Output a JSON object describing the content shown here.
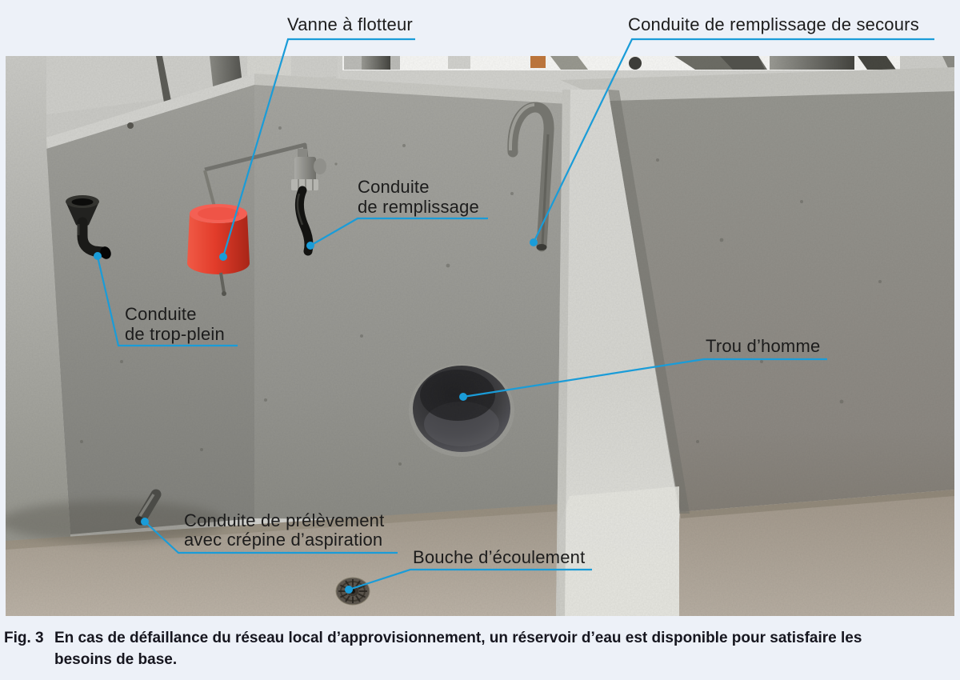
{
  "labels": {
    "vanne": "Vanne à flotteur",
    "secours": "Conduite de remplissage de secours",
    "remplissage_l1": "Conduite",
    "remplissage_l2": "de remplissage",
    "trop_plein_l1": "Conduite",
    "trop_plein_l2": "de trop-plein",
    "trou": "Trou d’homme",
    "prelevement_l1": "Conduite de prélèvement",
    "prelevement_l2": "avec crépine d’aspiration",
    "ecoulement": "Bouche d’écoulement"
  },
  "caption": {
    "tag": "Fig. 3",
    "line1": "En cas de défaillance du réseau local d’approvisionnement, un réservoir d’eau est disponible pour satisfaire les",
    "line2": "besoins de base."
  },
  "colors": {
    "leader_blue": "#1a9cd8",
    "float_red": "#e8392b",
    "label_text": "#1c1c1c",
    "caption_text": "#16161f",
    "page_background": "#edf1f8"
  }
}
